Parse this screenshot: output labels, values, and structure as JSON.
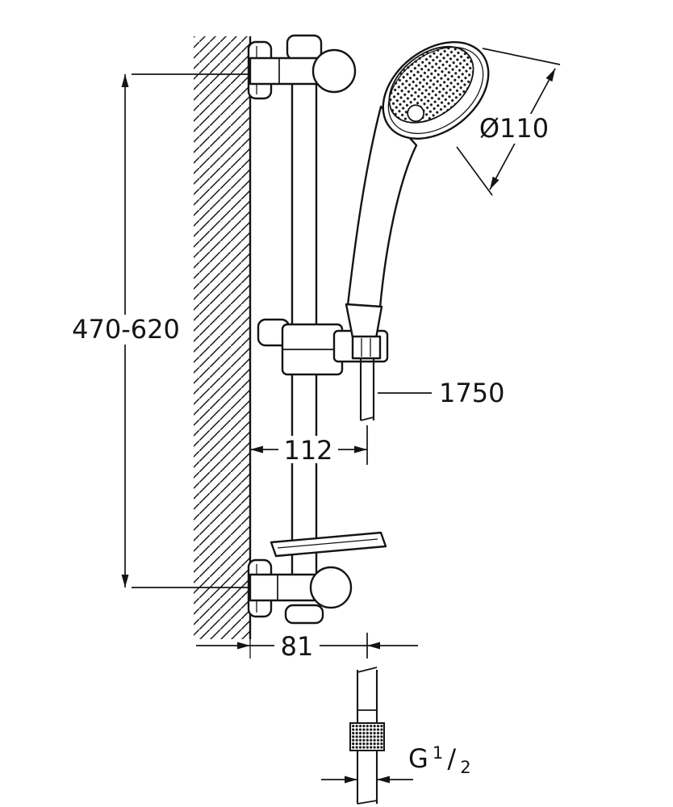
{
  "drawing": {
    "name": "Shower rail set dimensional drawing",
    "line_color": "#141414",
    "background": "#ffffff",
    "labels": {
      "height_range": "470-620",
      "head_diameter": "Ø110",
      "hose_length": "1750",
      "holder_offset": "112",
      "wall_offset": "81",
      "thread_letter": "G",
      "thread_numerator": "1",
      "thread_slash": "/",
      "thread_denominator": "2"
    }
  }
}
